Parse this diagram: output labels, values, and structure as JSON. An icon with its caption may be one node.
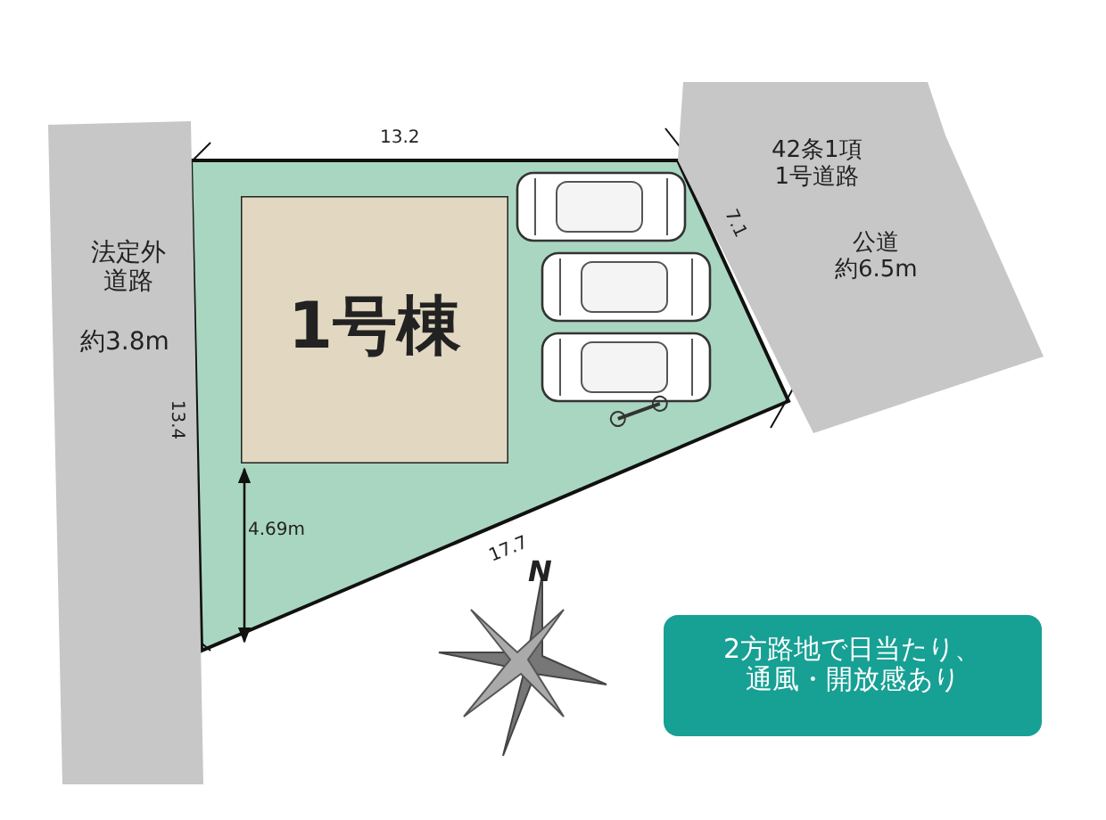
{
  "diagram": {
    "nodes": [
      {
        "text": [
          "法定外道路",
          "約3.8m"
        ]
      },
      {
        "text": [
          "1号棟"
        ]
      },
      {
        "text": [
          "42条1項1号道路",
          "公道約6.5m"
        ]
      },
      {
        "text": [
          "2方路地で日当たり、通風・開放感あり"
        ]
      }
    ],
    "labels": [
      "13.2",
      "7.1",
      "13.4",
      "4.69m",
      "17.7",
      "N"
    ]
  }
}
